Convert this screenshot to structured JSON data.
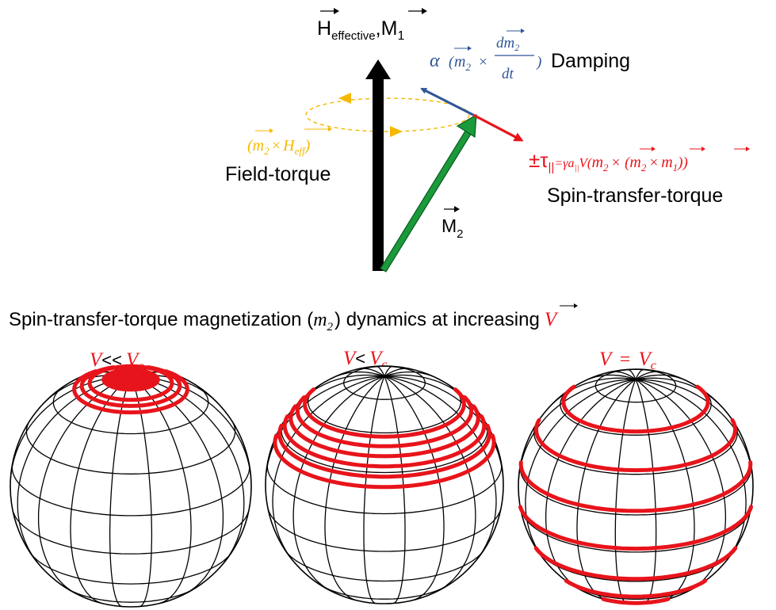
{
  "colors": {
    "field_axis": "#000000",
    "m2": "#1a9a3a",
    "damping": "#2f5597",
    "stt": "#e8141b",
    "field_torque": "#f5b800",
    "grid": "#000000",
    "trajectory": "#e8141b"
  },
  "vectors": {
    "heff_label_main": "H",
    "heff_label_sub": "effective",
    "comma": ",",
    "m1_label_main": "M",
    "m1_label_sub": "1",
    "m2_label_main": "M",
    "m2_label_sub": "2"
  },
  "damping": {
    "alpha": "α",
    "open": "(",
    "m": "m",
    "m_sub": "2",
    "times": "×",
    "numerator": "dm",
    "numerator_sub": "2",
    "denominator": "dt",
    "close": ")",
    "label": "Damping"
  },
  "field_torque": {
    "open": "(",
    "m": "m",
    "m_sub": "2",
    "times": "×",
    "h": "H",
    "h_sub": "eff",
    "close": ")",
    "label": "Field-torque"
  },
  "stt": {
    "pm_tau": "±τ",
    "tau_sub": "||",
    "rest_a": "=γa",
    "rest_a_sub": "||",
    "rest_b": "V(",
    "m2_a": "m",
    "m2_a_sub": "2",
    "times_a": "× (",
    "m2_b": "m",
    "m2_b_sub": "2",
    "times_b": "×",
    "m1": "m",
    "m1_sub": "1",
    "close": "))",
    "label": "Spin-transfer-torque"
  },
  "caption": {
    "pre": "Spin-transfer-torque magnetization (",
    "m": "m",
    "m_sub": "2",
    "post": ") dynamics at increasing",
    "v": "V"
  },
  "spheres": [
    {
      "v": "V",
      "relation": "<<",
      "vc": "V",
      "vc_sub": "c"
    },
    {
      "v": "V",
      "relation": "<",
      "vc": "V",
      "vc_sub": "c"
    },
    {
      "v": "V",
      "relation": "=",
      "vc": "V",
      "vc_sub": "c"
    }
  ]
}
